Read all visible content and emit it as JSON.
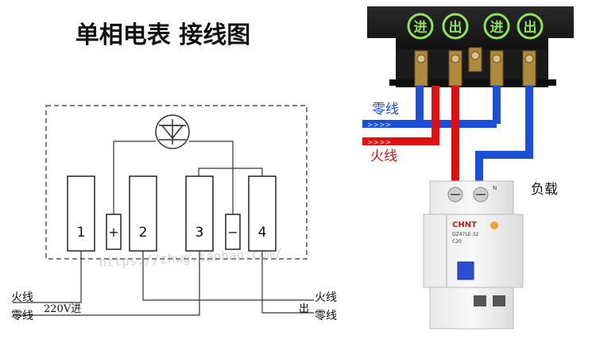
{
  "title": "单相电表  接线图",
  "watermark": "https://zhwg.taobao.com/",
  "meter": {
    "terminals": [
      "1",
      "+",
      "2",
      "3",
      "−",
      "4"
    ],
    "left_labels": {
      "live": "火线",
      "neutral": "零线",
      "in": "220V进"
    },
    "right_labels": {
      "live": "火线",
      "neutral": "零线",
      "out": "出"
    }
  },
  "photo": {
    "badges": [
      "进",
      "出",
      "进",
      "出"
    ],
    "neutral_label": "零线",
    "live_label": "火线",
    "load_label": "负载",
    "breaker_brand": "CHNT",
    "breaker_model": "DZ47LE-32",
    "breaker_rating": "C20",
    "breaker_n": "N",
    "flow_marks": ">>>>"
  },
  "colors": {
    "line": "#333333",
    "dashed": "#555555",
    "neutral_wire": "#1a4fd6",
    "live_wire": "#e01010",
    "neutral_text": "#1a4fd6",
    "live_text": "#e01010",
    "badge_green": "#8fe35a",
    "meter_body": "#1c1c1c"
  }
}
